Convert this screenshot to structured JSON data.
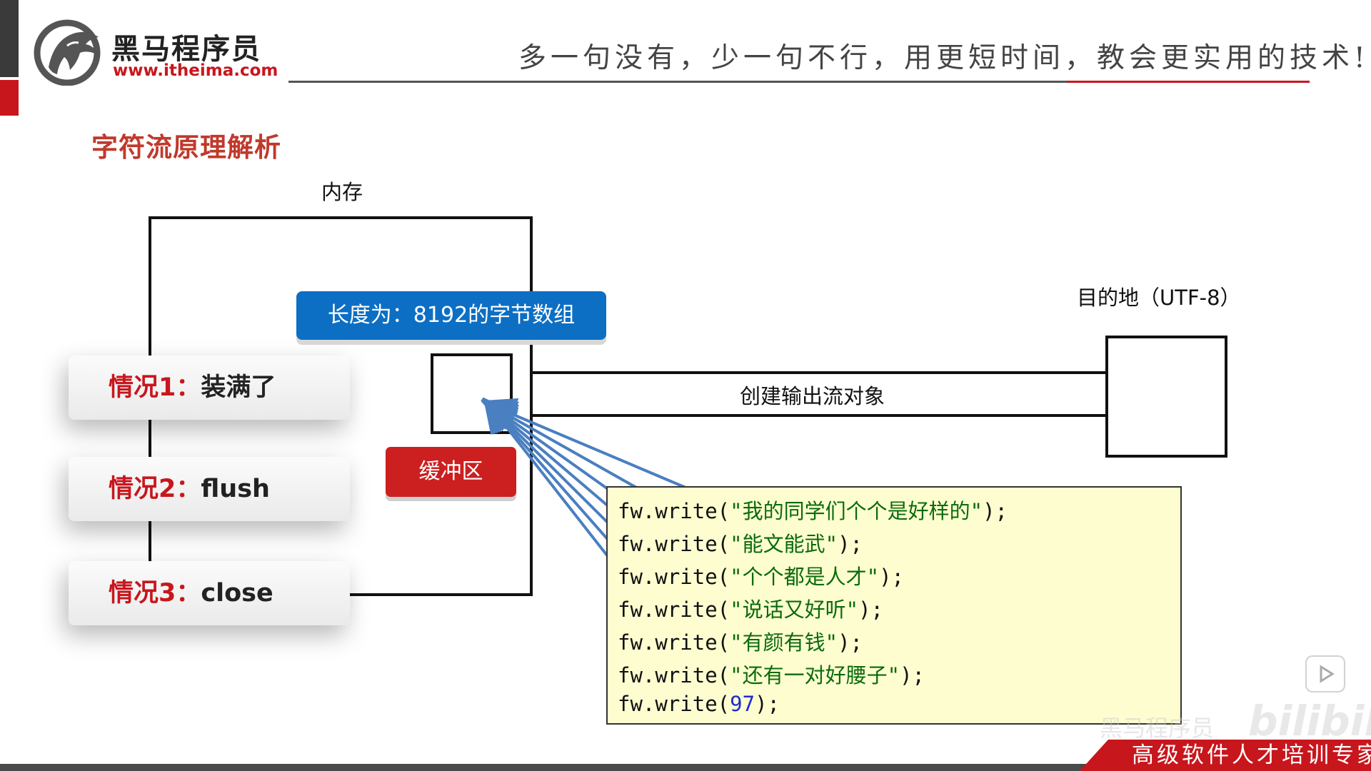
{
  "header": {
    "brand_name": "黑马程序员",
    "brand_url": "www.itheima.com",
    "slogan": "多一句没有，少一句不行，用更短时间，教会更实用的技术!"
  },
  "page_title": "字符流原理解析",
  "diagram": {
    "memory_label": "内存",
    "array_label": "长度为：8192的字节数组",
    "buffer_label": "缓冲区",
    "stream_label": "创建输出流对象",
    "destination_label": "目的地（UTF-8）"
  },
  "cases": [
    {
      "num": "情况1：",
      "text": "装满了"
    },
    {
      "num": "情况2：",
      "text": "flush"
    },
    {
      "num": "情况3：",
      "text": "close"
    }
  ],
  "code": [
    {
      "pre": "fw.write(",
      "arg": "\"我的同学们个个是好样的\"",
      "post": ");"
    },
    {
      "pre": "fw.write(",
      "arg": "\"能文能武\"",
      "post": ");"
    },
    {
      "pre": "fw.write(",
      "arg": "\"个个都是人才\"",
      "post": ");"
    },
    {
      "pre": "fw.write(",
      "arg": "\"说话又好听\"",
      "post": ");"
    },
    {
      "pre": "fw.write(",
      "arg": "\"有颜有钱\"",
      "post": ");"
    },
    {
      "pre": "fw.write(",
      "arg": "\"还有一对好腰子\"",
      "post": ");"
    },
    {
      "pre": "fw.write(",
      "arg": "97",
      "post": ");"
    }
  ],
  "footer": {
    "tagline": "高级软件人才培训专家",
    "watermark_text": "黑马程序员",
    "watermark_logo": "bilibili"
  },
  "icons": {
    "play": "play-icon",
    "logo": "horse-logo-icon"
  },
  "colors": {
    "brand_red": "#c8161d",
    "title_red": "#c0392b",
    "label_blue": "#0c6fc4",
    "arrow_blue": "#4a7fc1",
    "code_bg": "#fdfdd0",
    "code_string": "#0b6b0b",
    "code_number": "#1c2cd0"
  }
}
